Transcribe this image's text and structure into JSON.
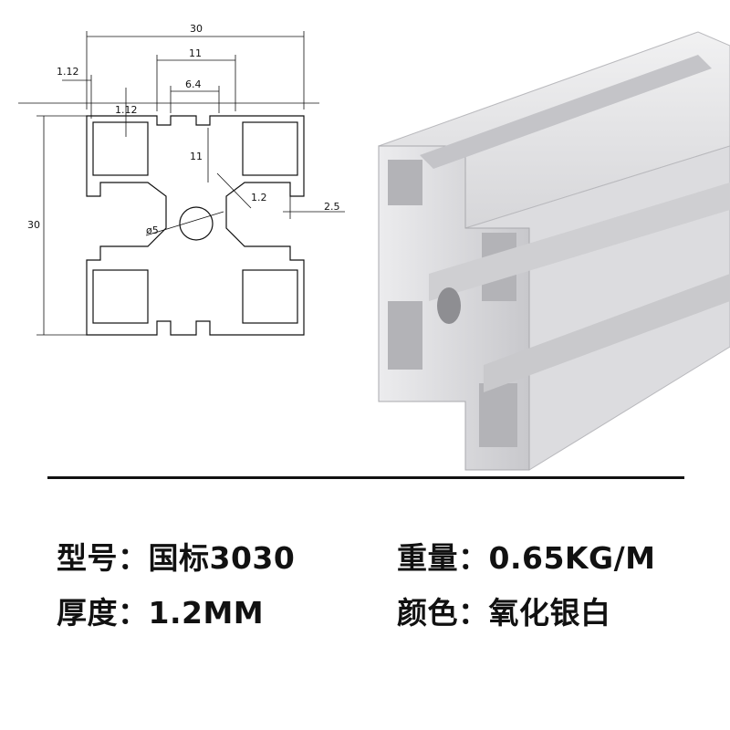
{
  "drawing": {
    "dims": {
      "width_overall": "30",
      "height_overall": "30",
      "slot_outer": "11",
      "slot_inner": "6.4",
      "lip_h": "1.12",
      "lip_v": "1.12",
      "core_h": "11",
      "wall": "1.2",
      "slot_depth": "2.5",
      "hole": "ø5"
    }
  },
  "specs": {
    "model_label": "型号：",
    "model_value": "国标3030",
    "weight_label": "重量：",
    "weight_value": "0.65KG/M",
    "thickness_label": "厚度：",
    "thickness_value": "1.2MM",
    "color_label": "颜色：",
    "color_value": "氧化银白"
  },
  "colors": {
    "text": "#111111",
    "aluminum_light": "#e6e6e8",
    "aluminum_mid": "#c9c9cc",
    "aluminum_dark": "#9a9a9e",
    "background": "#ffffff"
  }
}
